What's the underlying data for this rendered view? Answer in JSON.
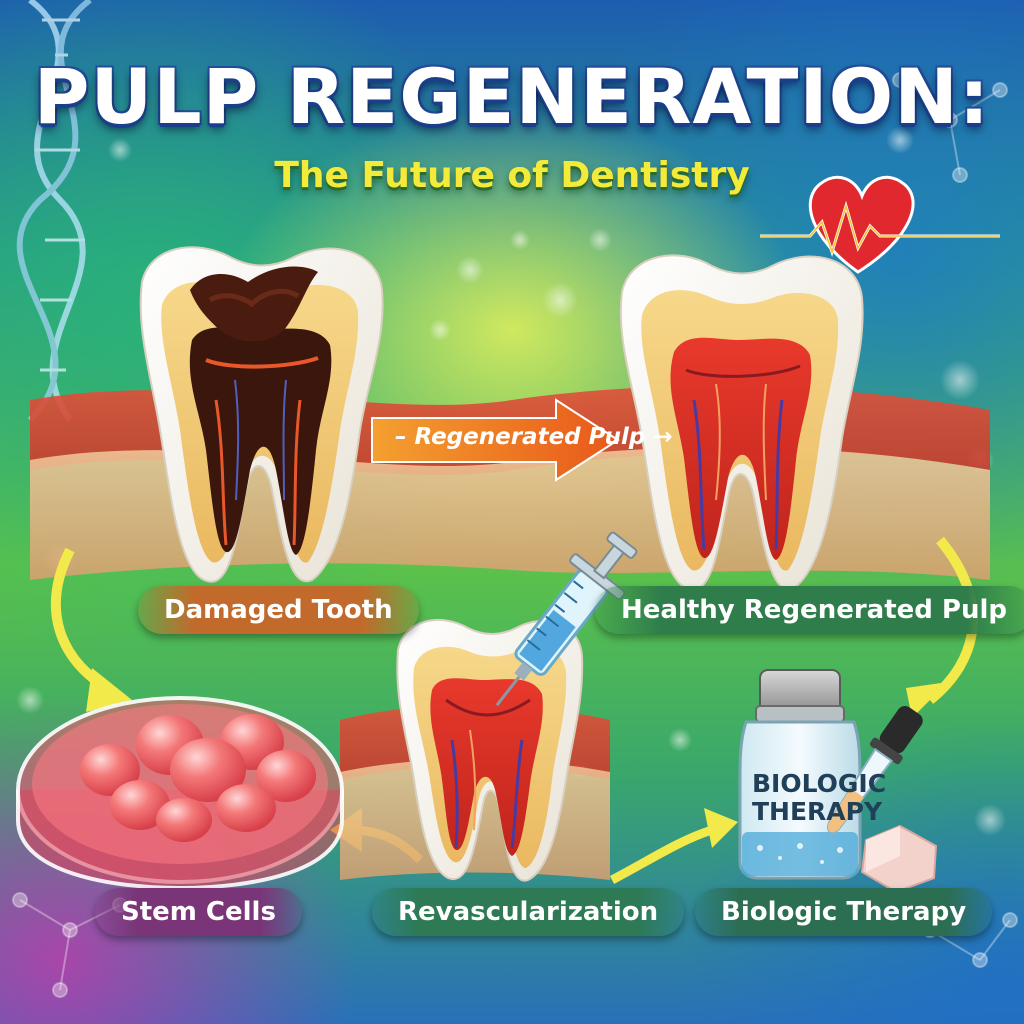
{
  "title": "PULP REGENERATION:",
  "subtitle": "The Future of Dentistry",
  "arrow_label": "– Regenerated Pulp →",
  "labels": {
    "damaged_tooth": "Damaged Tooth",
    "healthy_pulp": "Healthy Regenerated Pulp",
    "stem_cells": "Stem Cells",
    "revascularization": "Revascularization",
    "biologic_therapy": "Biologic Therapy"
  },
  "vial": {
    "line1": "BIOLOGIC",
    "line2": "THERAPY"
  },
  "icons": [
    "dna-icon",
    "heart-pulse-icon",
    "syringe-icon",
    "petri-dish-icon",
    "vial-icon",
    "dropper-icon",
    "molecule-icon"
  ],
  "colors": {
    "title_text": "#ffffff",
    "subtitle_text": "#f4ea3a",
    "arrow": "#f07a22",
    "cycle_arrow": "#f2ea4a",
    "heart": "#e0282e",
    "decay": "#4a1c10"
  }
}
